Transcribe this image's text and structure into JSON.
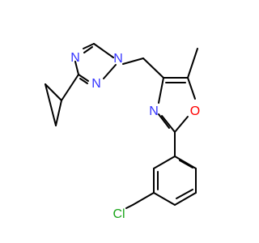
{
  "molecule": {
    "atoms": {
      "n_triazole_1": "N",
      "n_triazole_2": "N",
      "n_triazole_3": "N",
      "n_oxazole": "N",
      "o_oxazole": "O",
      "chlorine": "Cl"
    },
    "colors": {
      "bond": "#000000",
      "nitrogen": "#3333ff",
      "oxygen": "#ff0000",
      "chlorine": "#1aa51a"
    }
  }
}
